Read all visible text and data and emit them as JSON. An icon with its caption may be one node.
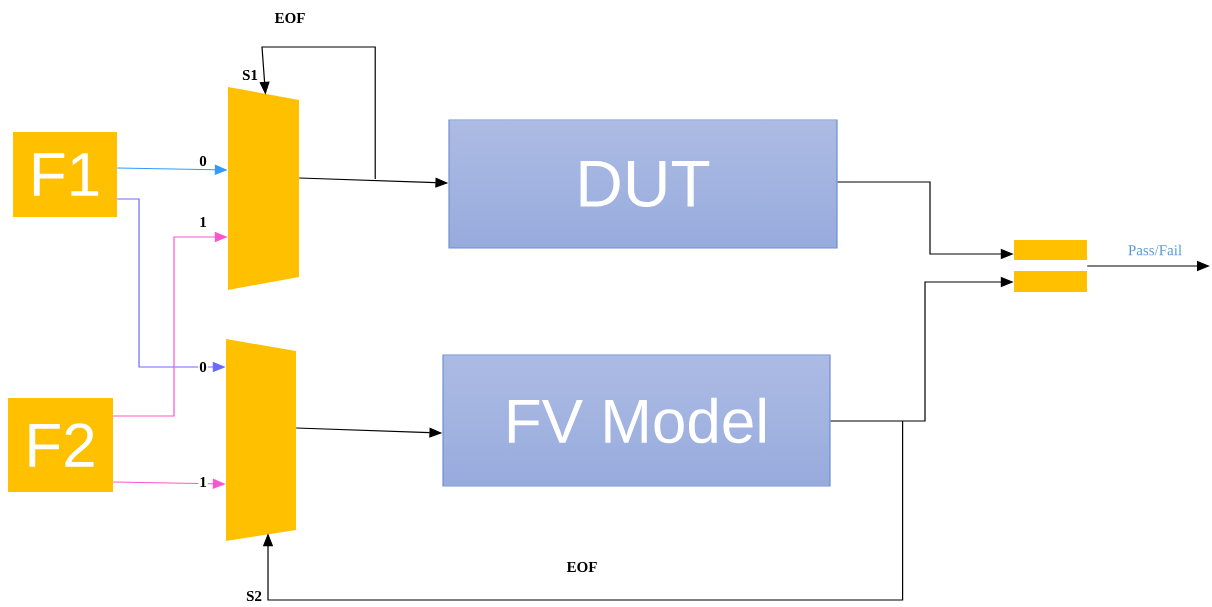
{
  "diagram": {
    "nodes": [
      {
        "text": [
          "F1"
        ]
      },
      {
        "text": [
          "F2"
        ]
      },
      {
        "text": [],
        "shape": "trapezoid"
      },
      {
        "text": [],
        "shape": "trapezoid"
      },
      {
        "text": [
          "DUT"
        ]
      },
      {
        "text": [
          "FV Model"
        ]
      },
      {
        "text": [],
        "shape": "equals"
      }
    ],
    "edges": [
      {
        "from": 0,
        "to": 2,
        "arrow": "to",
        "label": "0",
        "color": "#3399ff"
      },
      {
        "from": 0,
        "to": 3,
        "arrow": "to",
        "label": "0",
        "color": "#6a6aff"
      },
      {
        "from": 1,
        "to": 2,
        "arrow": "to",
        "label": "1",
        "color": "#ff55cc"
      },
      {
        "from": 1,
        "to": 3,
        "arrow": "to",
        "label": "1",
        "color": "#ff55cc"
      },
      {
        "from": 2,
        "to": 4,
        "arrow": "to"
      },
      {
        "from": 2,
        "to": 2,
        "arrow": "to",
        "label": "EOF"
      },
      {
        "from": 3,
        "to": 5,
        "arrow": "to"
      },
      {
        "from": 4,
        "to": 6,
        "arrow": "to"
      },
      {
        "from": 5,
        "to": 6,
        "arrow": "to"
      },
      {
        "from": 5,
        "to": 3,
        "arrow": "to",
        "label": "EOF"
      },
      {
        "from": 6,
        "to": null,
        "arrow": "to",
        "label": "Pass/Fail"
      }
    ],
    "labels": [
      "S1",
      "S2"
    ]
  }
}
